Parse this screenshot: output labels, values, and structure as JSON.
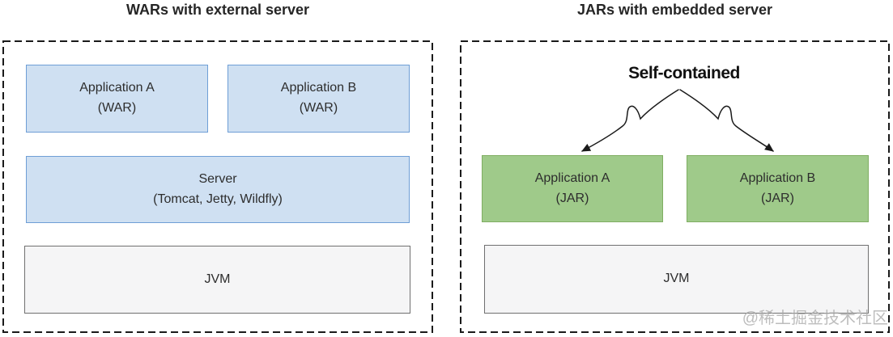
{
  "left_panel": {
    "title": "WARs with external server",
    "boxes": [
      {
        "label": "Application A\n(WAR)"
      },
      {
        "label": "Application B\n(WAR)"
      },
      {
        "label": "Server\n(Tomcat, Jetty, Wildfly)"
      },
      {
        "label": "JVM"
      }
    ]
  },
  "right_panel": {
    "title": "JARs with embedded server",
    "annotation": "Self-contained",
    "boxes": [
      {
        "label": "Application A\n(JAR)"
      },
      {
        "label": "Application B\n(JAR)"
      },
      {
        "label": "JVM"
      }
    ]
  },
  "watermark": "@稀土掘金技术社区",
  "colors": {
    "war_box_fill": "#cfe0f2",
    "war_box_border": "#6e9ed6",
    "jar_box_fill": "#9fca8a",
    "jar_box_border": "#7fae62",
    "jvm_box_fill": "#f5f5f6",
    "jvm_box_border": "#707070",
    "dashed_border": "#1a1a1a",
    "arrow": "#1a1a1a",
    "text": "#2d2d2d",
    "watermark_text": "#a8a8a8"
  }
}
